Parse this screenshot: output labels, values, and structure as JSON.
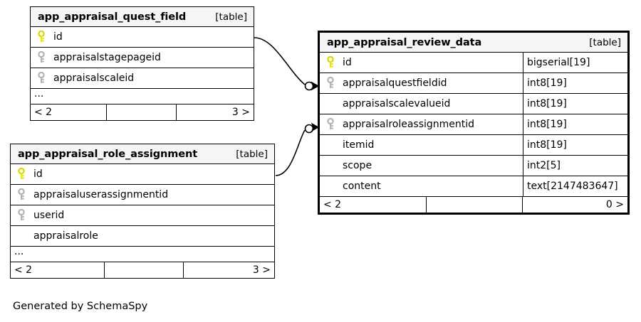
{
  "diagram": {
    "generator_caption": "Generated by SchemaSpy",
    "kind_label": "[table]",
    "ellipsis": "...",
    "colors": {
      "background": "#ffffff",
      "table_border": "#000000",
      "header_fill": "#f5f5f5",
      "primary_key_icon": "#e8e800",
      "foreign_key_icon": "#b3b3b3",
      "connector": "#000000"
    }
  },
  "tables": [
    {
      "id": "app_appraisal_quest_field",
      "name": "app_appraisal_quest_field",
      "kind": "[table]",
      "focal": false,
      "show_types": false,
      "columns": [
        {
          "name": "id",
          "key": "primary",
          "type": ""
        },
        {
          "name": "appraisalstagepageid",
          "key": "foreign",
          "type": ""
        },
        {
          "name": "appraisalscaleid",
          "key": "foreign",
          "type": ""
        }
      ],
      "truncated": true,
      "footer": {
        "left": "< 2",
        "middle": "",
        "right": "3 >"
      }
    },
    {
      "id": "app_appraisal_role_assignment",
      "name": "app_appraisal_role_assignment",
      "kind": "[table]",
      "focal": false,
      "show_types": false,
      "columns": [
        {
          "name": "id",
          "key": "primary",
          "type": ""
        },
        {
          "name": "appraisaluserassignmentid",
          "key": "foreign",
          "type": ""
        },
        {
          "name": "userid",
          "key": "foreign",
          "type": ""
        },
        {
          "name": "appraisalrole",
          "key": "none",
          "type": ""
        }
      ],
      "truncated": true,
      "footer": {
        "left": "< 2",
        "middle": "",
        "right": "3 >"
      }
    },
    {
      "id": "app_appraisal_review_data",
      "name": "app_appraisal_review_data",
      "kind": "[table]",
      "focal": true,
      "show_types": true,
      "columns": [
        {
          "name": "id",
          "key": "primary",
          "type": "bigserial[19]"
        },
        {
          "name": "appraisalquestfieldid",
          "key": "foreign",
          "type": "int8[19]"
        },
        {
          "name": "appraisalscalevalueid",
          "key": "none",
          "type": "int8[19]"
        },
        {
          "name": "appraisalroleassignmentid",
          "key": "foreign",
          "type": "int8[19]"
        },
        {
          "name": "itemid",
          "key": "none",
          "type": "int8[19]"
        },
        {
          "name": "scope",
          "key": "none",
          "type": "int2[5]"
        },
        {
          "name": "content",
          "key": "none",
          "type": "text[2147483647]"
        }
      ],
      "truncated": false,
      "footer": {
        "left": "< 2",
        "middle": "",
        "right": "0 >"
      }
    }
  ],
  "relationships": [
    {
      "id": "rel-questfield",
      "from_table": "app_appraisal_quest_field",
      "from_column": "id",
      "to_table": "app_appraisal_review_data",
      "to_column": "appraisalquestfieldid",
      "from_cardinality": "one",
      "to_cardinality": "zero-or-many"
    },
    {
      "id": "rel-roleassignment",
      "from_table": "app_appraisal_role_assignment",
      "from_column": "id",
      "to_table": "app_appraisal_review_data",
      "to_column": "appraisalroleassignmentid",
      "from_cardinality": "one",
      "to_cardinality": "zero-or-many"
    }
  ]
}
